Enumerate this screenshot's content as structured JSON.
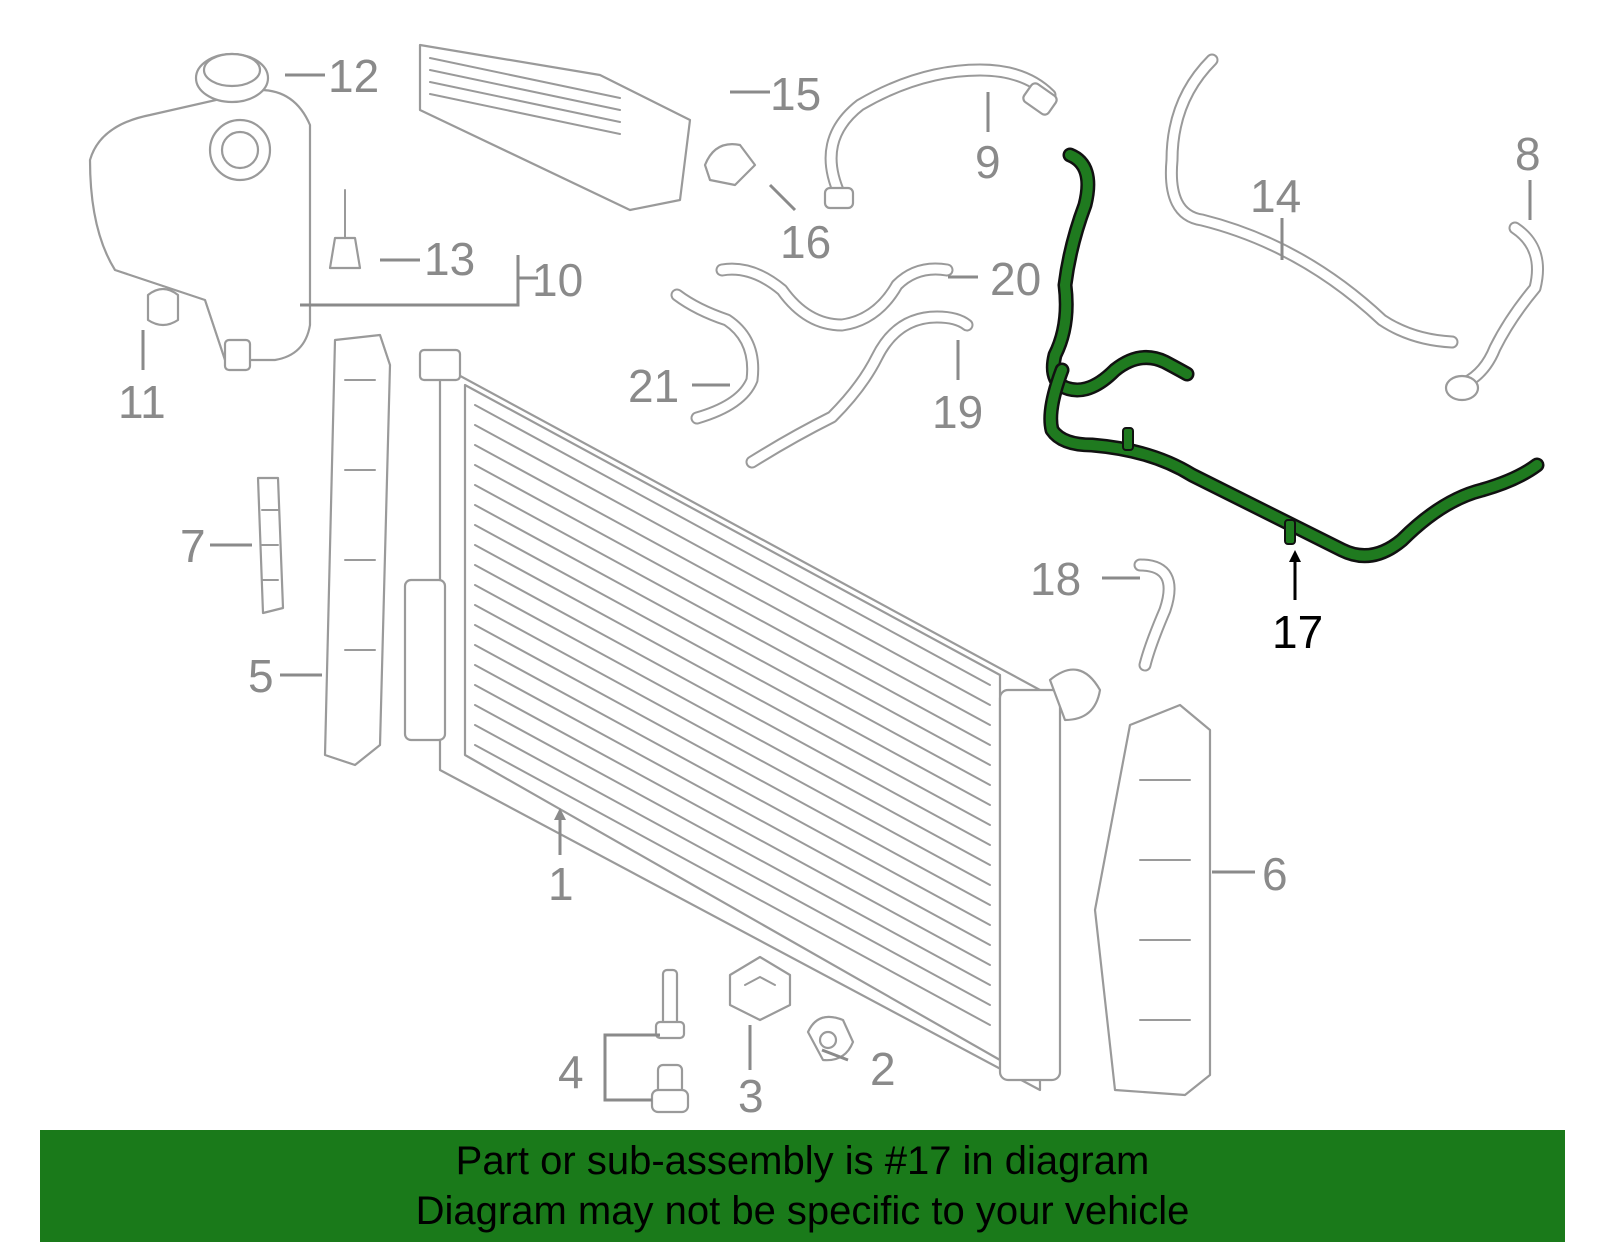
{
  "callouts": {
    "c1": "1",
    "c2": "2",
    "c3": "3",
    "c4": "4",
    "c5": "5",
    "c6": "6",
    "c7": "7",
    "c8": "8",
    "c9": "9",
    "c10": "10",
    "c11": "11",
    "c12": "12",
    "c13": "13",
    "c14": "14",
    "c15": "15",
    "c16": "16",
    "c17": "17",
    "c18": "18",
    "c19": "19",
    "c20": "20",
    "c21": "21"
  },
  "highlight": {
    "part": "17",
    "color": "#1f7a1f"
  },
  "banner": {
    "line1": "Part or sub-assembly is #17 in diagram",
    "line2": "Diagram may not be specific to your vehicle",
    "background": "#1a7a1a"
  }
}
